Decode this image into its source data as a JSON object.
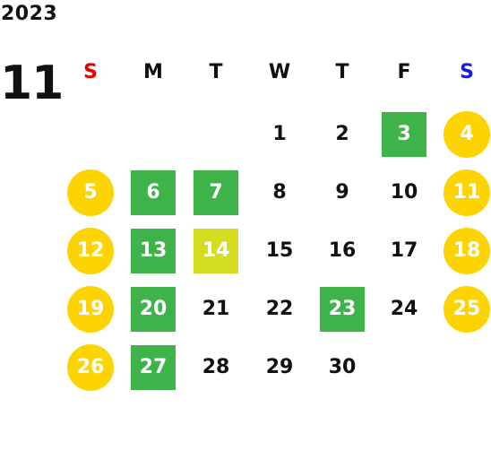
{
  "year": "2023",
  "month": "11",
  "weekdays": [
    {
      "label": "S",
      "color": "#e60000"
    },
    {
      "label": "M",
      "color": "#111111"
    },
    {
      "label": "T",
      "color": "#111111"
    },
    {
      "label": "W",
      "color": "#111111"
    },
    {
      "label": "T",
      "color": "#111111"
    },
    {
      "label": "F",
      "color": "#111111"
    },
    {
      "label": "S",
      "color": "#1a1ae6"
    }
  ],
  "colors": {
    "weekend_circle": "#fdd302",
    "green_highlight": "#3db34a",
    "lime_highlight": "#d4dd1f"
  },
  "days": [
    {
      "day": "1",
      "col": 3,
      "row": 0,
      "style": "plain"
    },
    {
      "day": "2",
      "col": 4,
      "row": 0,
      "style": "plain"
    },
    {
      "day": "3",
      "col": 5,
      "row": 0,
      "style": "green"
    },
    {
      "day": "4",
      "col": 6,
      "row": 0,
      "style": "circle"
    },
    {
      "day": "5",
      "col": 0,
      "row": 1,
      "style": "circle"
    },
    {
      "day": "6",
      "col": 1,
      "row": 1,
      "style": "green"
    },
    {
      "day": "7",
      "col": 2,
      "row": 1,
      "style": "green"
    },
    {
      "day": "8",
      "col": 3,
      "row": 1,
      "style": "plain"
    },
    {
      "day": "9",
      "col": 4,
      "row": 1,
      "style": "plain"
    },
    {
      "day": "10",
      "col": 5,
      "row": 1,
      "style": "plain"
    },
    {
      "day": "11",
      "col": 6,
      "row": 1,
      "style": "circle"
    },
    {
      "day": "12",
      "col": 0,
      "row": 2,
      "style": "circle"
    },
    {
      "day": "13",
      "col": 1,
      "row": 2,
      "style": "green"
    },
    {
      "day": "14",
      "col": 2,
      "row": 2,
      "style": "lime"
    },
    {
      "day": "15",
      "col": 3,
      "row": 2,
      "style": "plain"
    },
    {
      "day": "16",
      "col": 4,
      "row": 2,
      "style": "plain"
    },
    {
      "day": "17",
      "col": 5,
      "row": 2,
      "style": "plain"
    },
    {
      "day": "18",
      "col": 6,
      "row": 2,
      "style": "circle"
    },
    {
      "day": "19",
      "col": 0,
      "row": 3,
      "style": "circle"
    },
    {
      "day": "20",
      "col": 1,
      "row": 3,
      "style": "green"
    },
    {
      "day": "21",
      "col": 2,
      "row": 3,
      "style": "plain"
    },
    {
      "day": "22",
      "col": 3,
      "row": 3,
      "style": "plain"
    },
    {
      "day": "23",
      "col": 4,
      "row": 3,
      "style": "green"
    },
    {
      "day": "24",
      "col": 5,
      "row": 3,
      "style": "plain"
    },
    {
      "day": "25",
      "col": 6,
      "row": 3,
      "style": "circle"
    },
    {
      "day": "26",
      "col": 0,
      "row": 4,
      "style": "circle"
    },
    {
      "day": "27",
      "col": 1,
      "row": 4,
      "style": "green"
    },
    {
      "day": "28",
      "col": 2,
      "row": 4,
      "style": "plain"
    },
    {
      "day": "29",
      "col": 3,
      "row": 4,
      "style": "plain"
    },
    {
      "day": "30",
      "col": 4,
      "row": 4,
      "style": "plain"
    }
  ]
}
